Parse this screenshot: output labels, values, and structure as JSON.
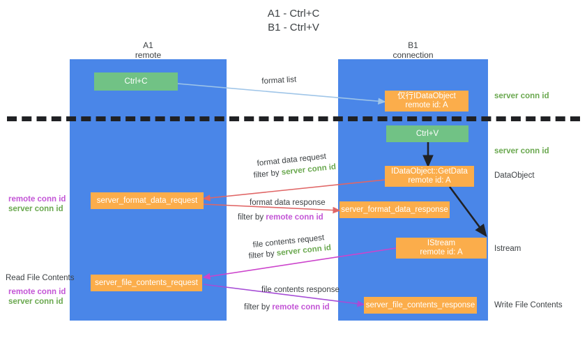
{
  "title": {
    "line1": "A1 - Ctrl+C",
    "line2": "B1 - Ctrl+V"
  },
  "lanes": [
    {
      "name": "A1",
      "sub": "remote"
    },
    {
      "name": "B1",
      "sub": "connection"
    }
  ],
  "nodes": {
    "ctrl_c": {
      "label": "Ctrl+C"
    },
    "ctrl_v": {
      "label": "Ctrl+V"
    },
    "idataobject_top": {
      "line1": "仅行IDataObject",
      "line2": "remote id: A"
    },
    "idataobject_getdata": {
      "line1": "IDataObject::GetData",
      "line2": "remote id: A"
    },
    "istream": {
      "line1": "IStream",
      "line2": "remote id: A"
    },
    "server_format_data_request": {
      "label": "server_format_data_request"
    },
    "server_format_data_response": {
      "label": "server_format_data_response"
    },
    "server_file_contents_request": {
      "label": "server_file_contents_request"
    },
    "server_file_contents_response": {
      "label": "server_file_contents_response"
    }
  },
  "edge_labels": {
    "format_list": "format list",
    "format_data_request": "format data request",
    "format_data_request_filter_prefix": "filter by ",
    "format_data_request_filter_value": "server conn id",
    "format_data_response": "format data response",
    "format_data_response_filter_prefix": "filter by ",
    "format_data_response_filter_value": "remote conn id",
    "file_contents_request": "file contents request",
    "file_contents_request_filter_prefix": "filter by ",
    "file_contents_request_filter_value": "server conn id",
    "file_contents_response": "file contents response",
    "file_contents_response_filter_prefix": "filter by ",
    "file_contents_response_filter_value": "remote conn id"
  },
  "right_notes": {
    "server_conn_id_top": "server conn id",
    "server_conn_id_mid": "server conn id",
    "dataobject": "DataObject",
    "istream": "Istream",
    "write_file_contents": "Write File Contents"
  },
  "left_notes": {
    "remote_conn_id_1": "remote conn id",
    "server_conn_id_1": "server conn id",
    "read_file_contents": "Read File Contents",
    "remote_conn_id_2": "remote conn id",
    "server_conn_id_2": "server conn id"
  },
  "colors": {
    "lane": "#4a86e8",
    "green_node": "#71c285",
    "orange_node": "#fbad4b",
    "conn_green": "#6aa84f",
    "conn_purple": "#c355d6",
    "arrow_blue": "#9fc5e8",
    "arrow_red": "#e06666",
    "arrow_magenta": "#cc44cc",
    "arrow_purple": "#a64dd6",
    "arrow_black": "#202124"
  }
}
